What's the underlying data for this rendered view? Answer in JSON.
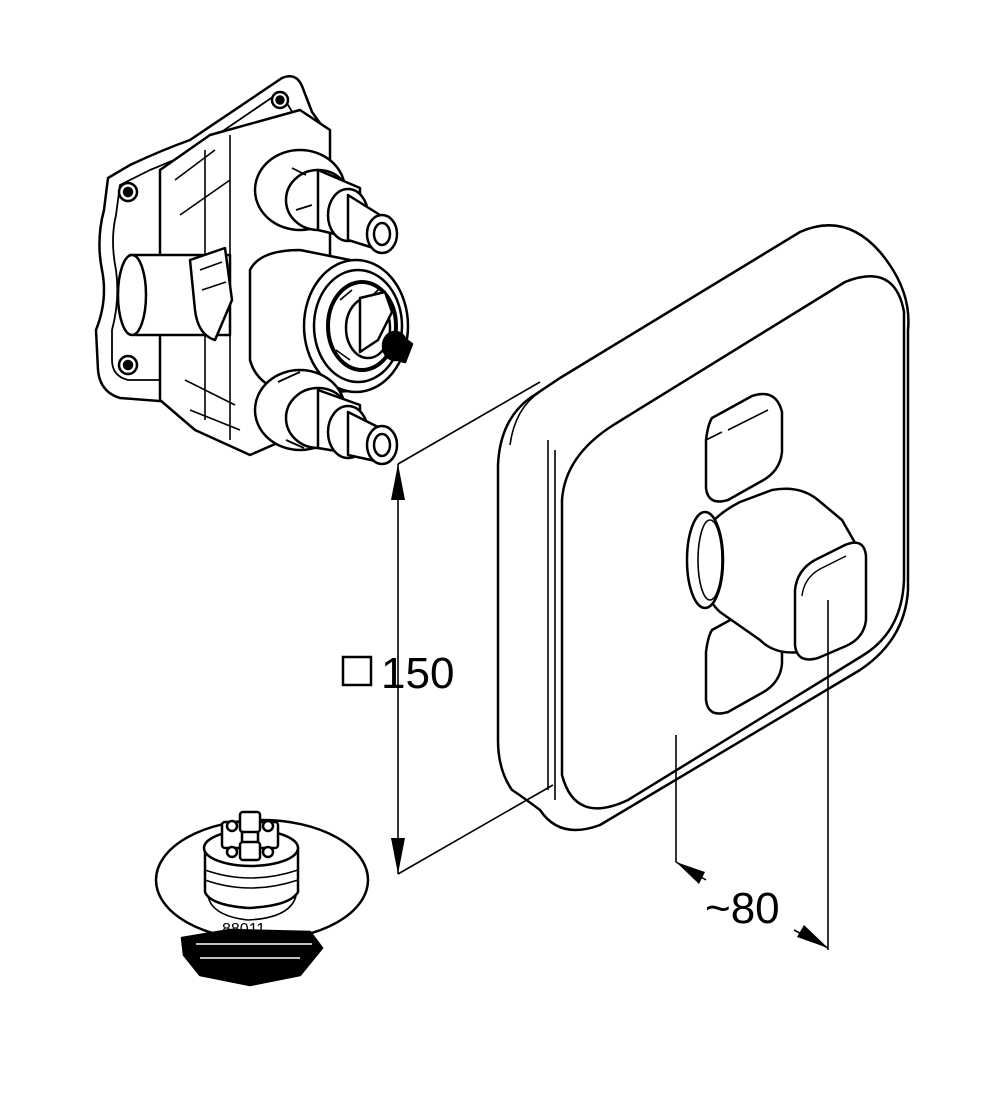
{
  "dimensions": {
    "square_symbol": "□",
    "height_value": "150",
    "depth_value": "~80"
  },
  "parts": {
    "cartridge_label": "88011"
  }
}
